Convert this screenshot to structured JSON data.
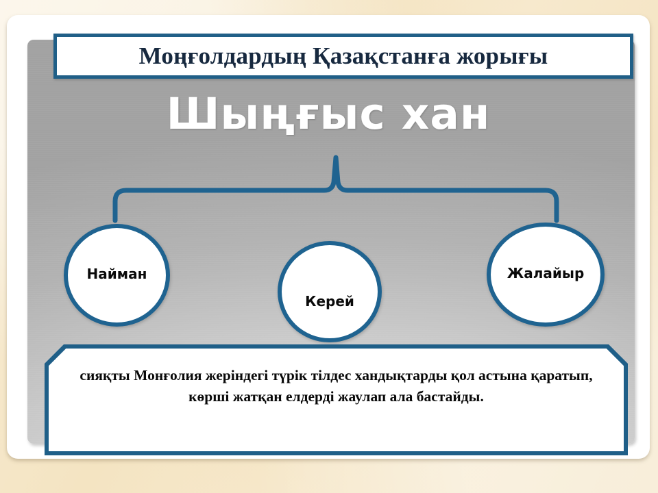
{
  "slide": {
    "title": "Моңғолдардың Қазақстанға жорығы",
    "headline": "Шыңғыс хан",
    "tribes": [
      {
        "label": "Найман"
      },
      {
        "label": "Керей"
      },
      {
        "label": "Жалайыр"
      }
    ],
    "footer_text": "сияқты  Монғолия жеріндегі түрік тілдес хандықтарды қол астына қаратып, көрші жатқан елдерді жаулап ала бастайды.",
    "colors": {
      "accent_blue": "#1f6390",
      "title_border": "#205f87",
      "title_text": "#17293f",
      "headline_text": "#ffffff",
      "banner_border": "#1f5f88",
      "paper_background": "#f6e7c9",
      "panel_gray": "#a2a2a2"
    }
  }
}
